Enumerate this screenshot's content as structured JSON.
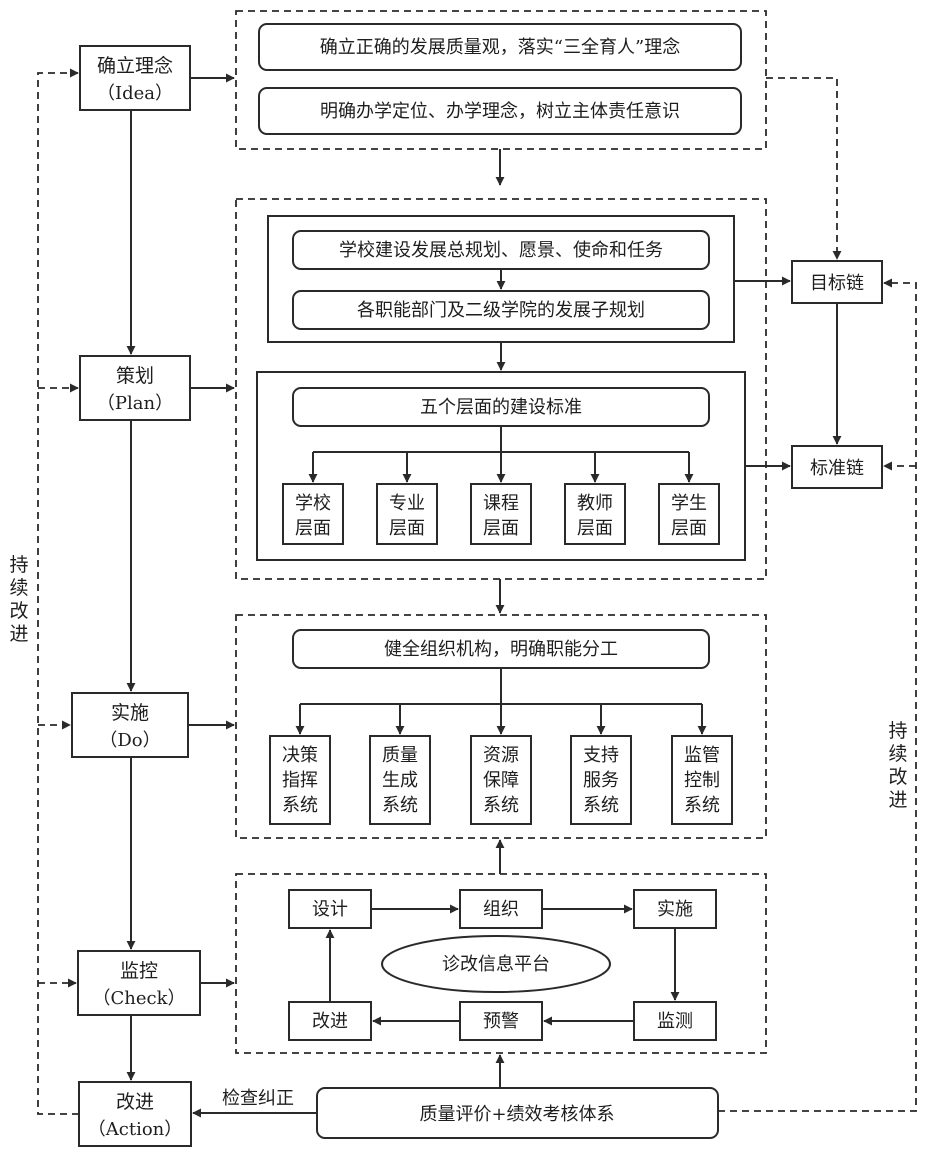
{
  "pdca": {
    "idea": {
      "cn": "确立理念",
      "en": "（Idea）"
    },
    "plan": {
      "cn": "策划",
      "en": "（Plan）"
    },
    "do": {
      "cn": "实施",
      "en": "（Do）"
    },
    "check": {
      "cn": "监控",
      "en": "（Check）"
    },
    "action": {
      "cn": "改进",
      "en": "（Action）"
    }
  },
  "idea_section": {
    "item1": "确立正确的发展质量观，落实“三全育人”理念",
    "item2": "明确办学定位、办学理念，树立主体责任意识"
  },
  "plan_section": {
    "master_plan": "学校建设发展总规划、愿景、使命和任务",
    "sub_plan": "各职能部门及二级学院的发展子规划",
    "standards": "五个层面的建设标准",
    "levels": [
      {
        "l1": "学校",
        "l2": "层面"
      },
      {
        "l1": "专业",
        "l2": "层面"
      },
      {
        "l1": "课程",
        "l2": "层面"
      },
      {
        "l1": "教师",
        "l2": "层面"
      },
      {
        "l1": "学生",
        "l2": "层面"
      }
    ]
  },
  "do_section": {
    "org": "健全组织机构，明确职能分工",
    "systems": [
      {
        "l1": "决策",
        "l2": "指挥",
        "l3": "系统"
      },
      {
        "l1": "质量",
        "l2": "生成",
        "l3": "系统"
      },
      {
        "l1": "资源",
        "l2": "保障",
        "l3": "系统"
      },
      {
        "l1": "支持",
        "l2": "服务",
        "l3": "系统"
      },
      {
        "l1": "监管",
        "l2": "控制",
        "l3": "系统"
      }
    ]
  },
  "check_section": {
    "design": "设计",
    "organize": "组织",
    "implement": "实施",
    "monitor": "监测",
    "warning": "预警",
    "improve": "改进",
    "platform": "诊改信息平台"
  },
  "chains": {
    "goal": "目标链",
    "standard": "标准链"
  },
  "evaluation": "质量评价+绩效考核体系",
  "inspect_label": "检查纠正",
  "left_label": [
    "持",
    "续",
    "改",
    "进"
  ],
  "right_label": [
    "持",
    "续",
    "改",
    "进"
  ]
}
